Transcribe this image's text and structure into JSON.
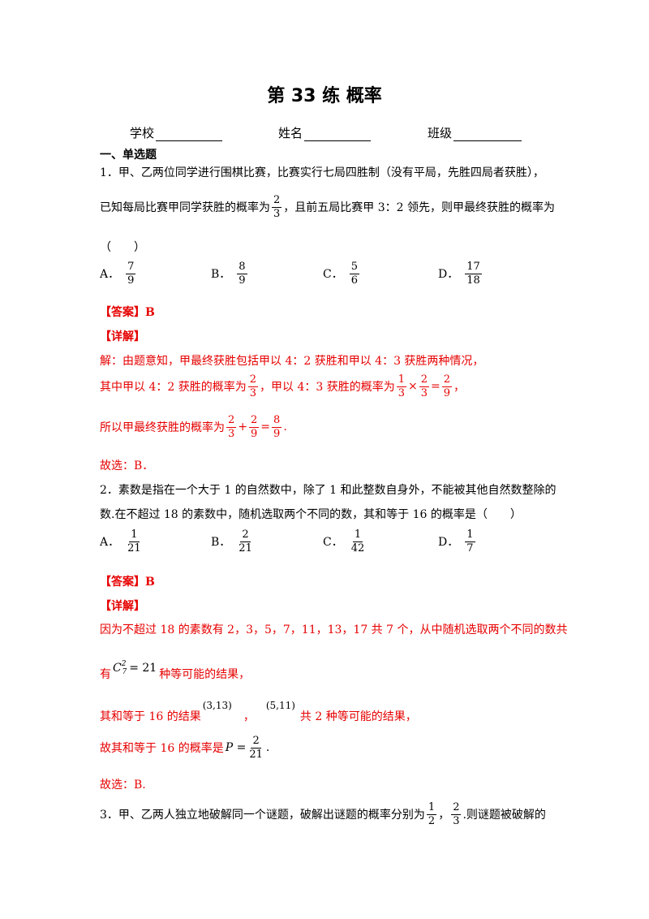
{
  "title": "第 33 练  概率",
  "header_fields": {
    "school": "学校",
    "name": "姓名",
    "class": "班级"
  },
  "section": "一、单选题",
  "q1": {
    "line1": "1．甲、乙两位同学进行围棋比赛，比赛实行七局四胜制（没有平局，先胜四局者获胜），",
    "line2_a": "已知每局比赛甲同学获胜的概率为",
    "line2_frac": {
      "num": "2",
      "den": "3"
    },
    "line2_b": "，且前五局比赛甲 3：2 领先，则甲最终获胜的概率为",
    "line3": "（　　）",
    "options": [
      {
        "letter": "A．",
        "num": "7",
        "den": "9"
      },
      {
        "letter": "B．",
        "num": "8",
        "den": "9"
      },
      {
        "letter": "C．",
        "num": "5",
        "den": "6"
      },
      {
        "letter": "D．",
        "num": "17",
        "den": "18"
      }
    ],
    "answer": "【答案】B",
    "detail": "【详解】",
    "sol1": "解：由题意知，甲最终获胜包括甲以 4：2 获胜和甲以 4：3 获胜两种情况，",
    "sol2_a": "其中甲以 4：2 获胜的概率为",
    "sol2_f1": {
      "num": "2",
      "den": "3"
    },
    "sol2_b": "，甲以 4：3 获胜的概率为",
    "sol2_f2": {
      "num": "1",
      "den": "3"
    },
    "sol2_times": "×",
    "sol2_f3": {
      "num": "2",
      "den": "3"
    },
    "sol2_eq": "=",
    "sol2_f4": {
      "num": "2",
      "den": "9"
    },
    "sol2_end": "，",
    "sol3_a": "所以甲最终获胜的概率为",
    "sol3_f1": {
      "num": "2",
      "den": "3"
    },
    "sol3_plus": "+",
    "sol3_f2": {
      "num": "2",
      "den": "9"
    },
    "sol3_eq": "=",
    "sol3_f3": {
      "num": "8",
      "den": "9"
    },
    "sol3_end": ".",
    "choose": "故选：B．"
  },
  "q2": {
    "line1": "2．素数是指在一个大于 1 的自然数中，除了 1 和此整数自身外，不能被其他自然数整除的",
    "line2": "数.在不超过 18 的素数中，随机选取两个不同的数，其和等于 16 的概率是（　　）",
    "options": [
      {
        "letter": "A．",
        "num": "1",
        "den": "21"
      },
      {
        "letter": "B．",
        "num": "2",
        "den": "21"
      },
      {
        "letter": "C．",
        "num": "1",
        "den": "42"
      },
      {
        "letter": "D．",
        "num": "1",
        "den": "7"
      }
    ],
    "answer": "【答案】B",
    "detail": "【详解】",
    "sol1": "因为不超过 18 的素数有 2，3，5，7，11，13，17 共 7 个，从中随机选取两个不同的数共",
    "sol2_a": "有",
    "sol2_c": "C",
    "sol2_sup": "2",
    "sol2_sub": "7",
    "sol2_eq": "= 21",
    "sol2_b": "种等可能的结果，",
    "sol3_a": "其和等于 16 的结果",
    "sol3_p1": "(3,13)",
    "sol3_comma": "，",
    "sol3_p2": "(5,11)",
    "sol3_b": "共 2 种等可能的结果，",
    "sol4_a": "故其和等于 16 的概率是",
    "sol4_p": "P =",
    "sol4_f": {
      "num": "2",
      "den": "21"
    },
    "sol4_end": ".",
    "choose": "故选：B."
  },
  "q3": {
    "line1_a": "3．甲、乙两人独立地破解同一个谜题，破解出谜题的概率分别为",
    "f1": {
      "num": "1",
      "den": "2"
    },
    "sep": "，",
    "f2": {
      "num": "2",
      "den": "3"
    },
    "line1_b": ".则谜题被破解的"
  }
}
